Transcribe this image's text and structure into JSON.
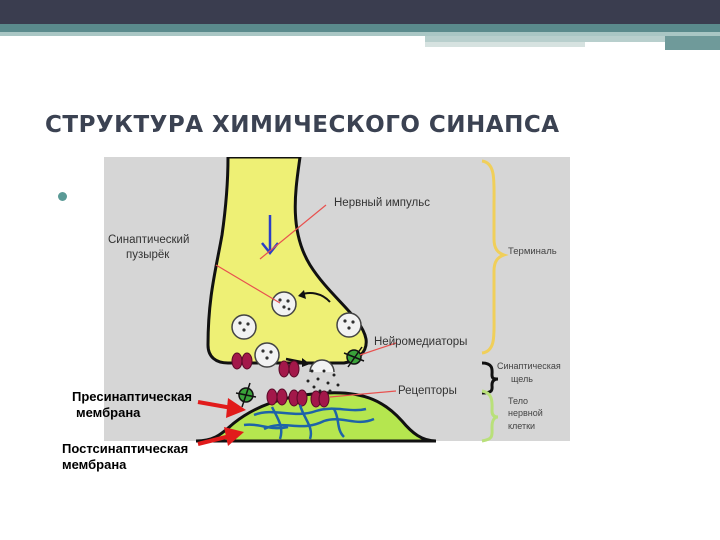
{
  "slide": {
    "title": "СТРУКТУРА ХИМИЧЕСКОГО СИНАПСА"
  },
  "diagram": {
    "labels": {
      "nerve_impulse": "Нервный импульс",
      "synaptic_vesicle_line1": "Синаптический",
      "synaptic_vesicle_line2": "пузырёк",
      "neurotransmitters": "Нейромедиаторы",
      "receptors": "Рецепторы",
      "terminal": "Терминаль",
      "cleft_line1": "Синаптическая",
      "cleft_line2": "щель",
      "body_line1": "Тело",
      "body_line2": "нервной",
      "body_line3": "клетки"
    },
    "colors": {
      "presynaptic": "#eef075",
      "postsynaptic": "#b5e64f",
      "background": "#d6d6d6",
      "brace_terminal": "#f0cf5a",
      "brace_body": "#b9e07a",
      "receptor": "#a3184a",
      "pointer_line": "#e8514f",
      "arrow_red": "#e11b1b"
    }
  },
  "annotations": {
    "presynaptic_line1": "Пресинаптическая",
    "presynaptic_line2": "мембрана",
    "postsynaptic_line1": "Постсинаптическая",
    "postsynaptic_line2": "мембрана"
  }
}
